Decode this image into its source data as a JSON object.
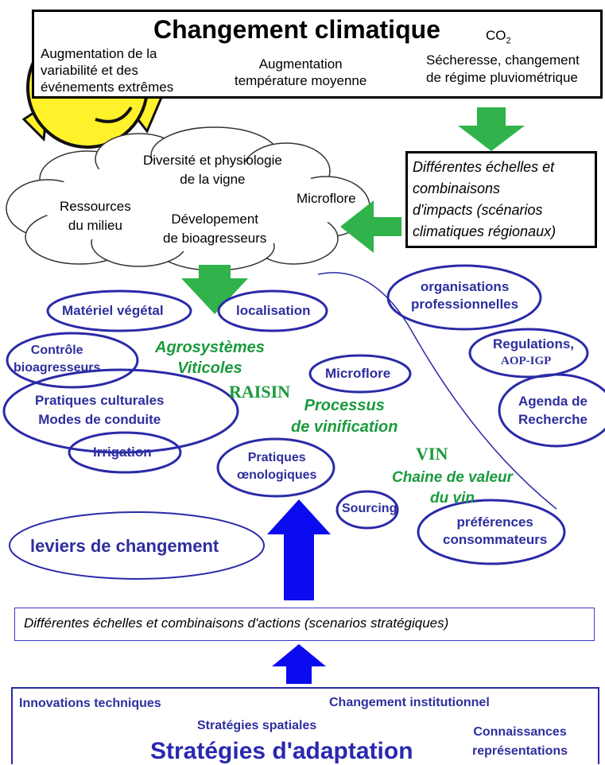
{
  "header": {
    "title": "Changement climatique",
    "co2": "CO",
    "co2_sub": "2",
    "items": [
      "Augmentation de la\nvariabilité et des\névénements extrêmes",
      "Augmentation\ntempérature moyenne",
      "Sécheresse, changement\nde régime pluviométrique"
    ]
  },
  "impacts_box": "Différentes échelles et\ncombinaisons\nd'impacts (scénarios\nclimatiques régionaux)",
  "cloud": {
    "diversite": "Diversité et physiologie\nde la vigne",
    "ressources": "Ressources\ndu milieu",
    "microflore": "Microflore",
    "bioagresseurs": "Dévelopement\nde bioagresseurs"
  },
  "ovals": {
    "materiel": "Matériel végétal",
    "localisation": "localisation",
    "organisations": "organisations\nprofessionnelles",
    "controle": "Contrôle\nbioagresseurs",
    "regulations_1": "Regulations,",
    "regulations_2": "AOP-IGP",
    "microflore": "Microflore",
    "pratiques_culturales": "Pratiques culturales\nModes de conduite",
    "agenda": "Agenda de\nRecherche",
    "irrigation": "Irrigation",
    "pratiques_oeno": "Pratiques\nœnologiques",
    "sourcing": "Sourcing",
    "preferences": "préférences\nconsommateurs",
    "leviers": "leviers de changement"
  },
  "green_labels": {
    "agro": "Agrosystèmes\nViticoles",
    "raisin": "RAISIN",
    "processus": "Processus\nde vinification",
    "vin": "VIN",
    "chaine": "Chaine de valeur\ndu vin"
  },
  "actions_box": "Différentes échelles et combinaisons d'actions (scenarios stratégiques)",
  "bottom": {
    "innovations": "Innovations techniques",
    "institutionnel": "Changement institutionnel",
    "spatiales": "Stratégies spatiales",
    "connaissances": "Connaissances\nreprésentations",
    "title": "Stratégies d'adaptation"
  },
  "colors": {
    "green_arrow": "#2fb34a",
    "blue_arrow": "#0b0bf0",
    "oval_stroke": "#2a2aa8",
    "sun": "#fff22a"
  }
}
